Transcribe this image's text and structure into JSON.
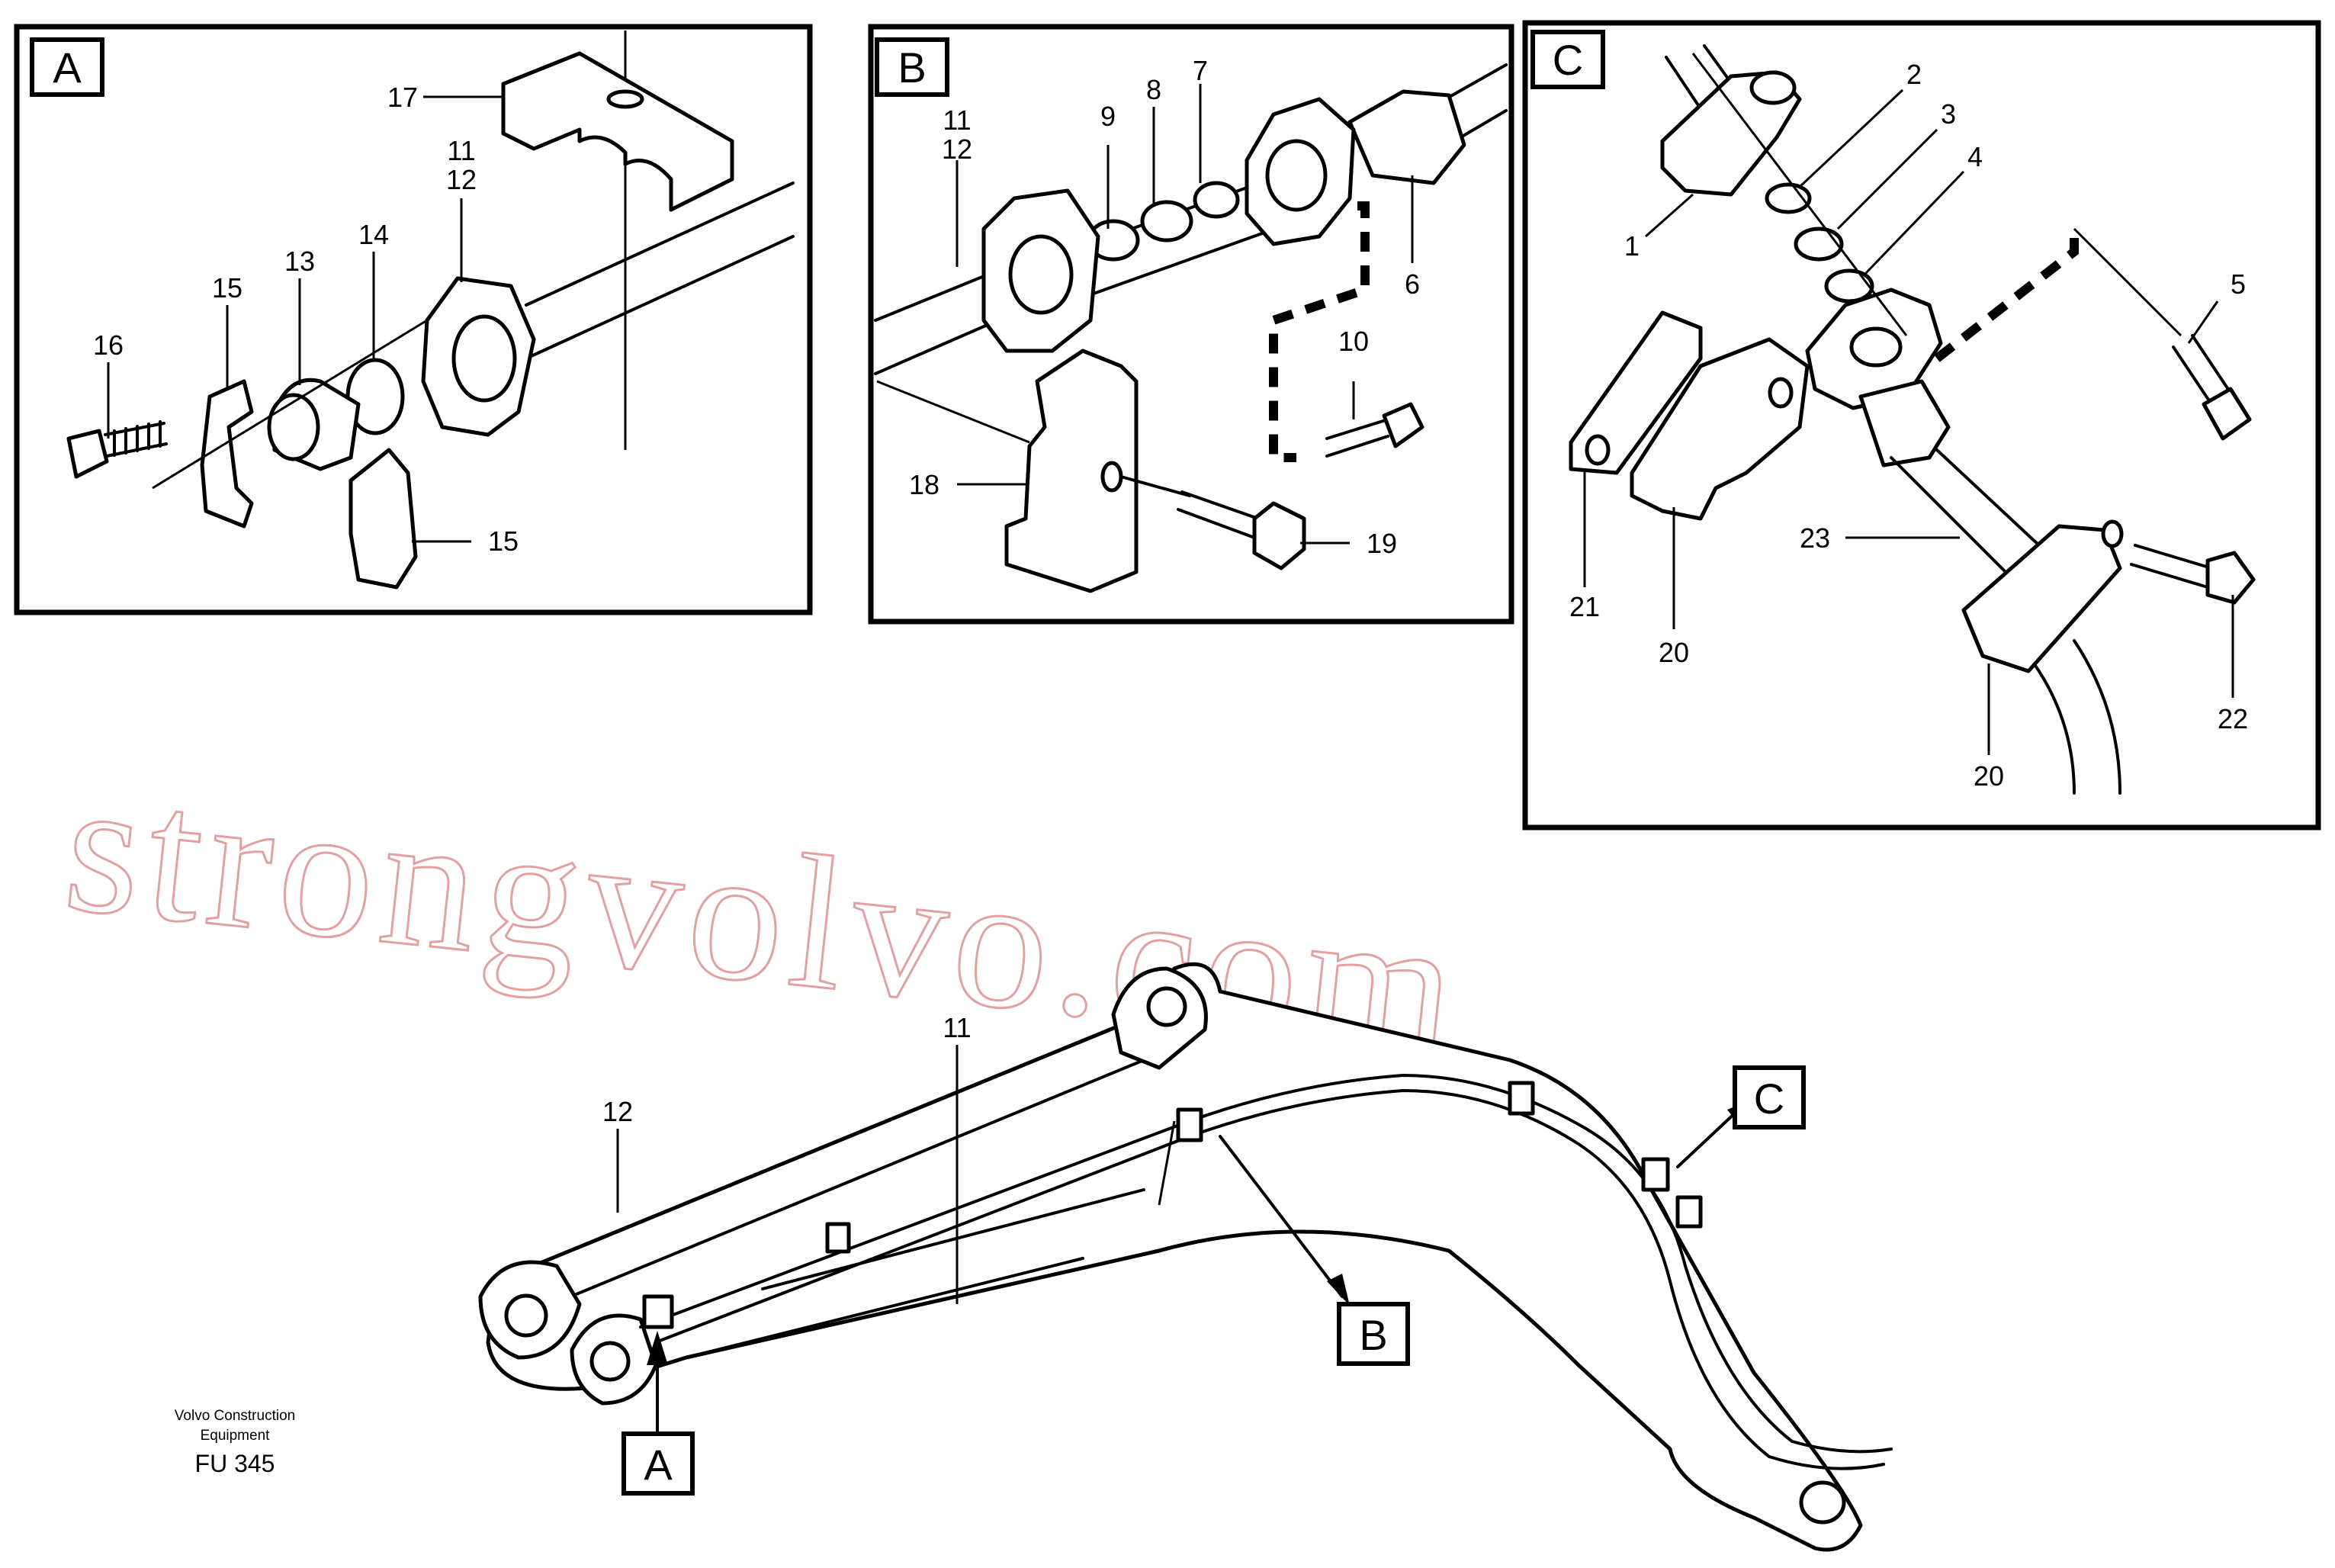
{
  "watermark": "strongvolvo.com",
  "caption": {
    "company_line1": "Volvo Construction",
    "company_line2": "Equipment",
    "figure_code": "FU 345"
  },
  "details": {
    "A": {
      "tag": "A",
      "labels": {
        "p17": "17",
        "p11": "11",
        "p12": "12",
        "p13": "13",
        "p14": "14",
        "p15a": "15",
        "p15b": "15",
        "p16": "16"
      }
    },
    "B": {
      "tag": "B",
      "labels": {
        "p11": "11",
        "p12": "12",
        "p9": "9",
        "p8": "8",
        "p7": "7",
        "p6": "6",
        "p10": "10",
        "p18": "18",
        "p19": "19"
      }
    },
    "C": {
      "tag": "C",
      "labels": {
        "p1": "1",
        "p2": "2",
        "p3": "3",
        "p4": "4",
        "p5": "5",
        "p21": "21",
        "p20a": "20",
        "p23": "23",
        "p22": "22",
        "p20b": "20"
      }
    }
  },
  "overview": {
    "labels": {
      "p11": "11",
      "p12": "12"
    },
    "callouts": {
      "A": "A",
      "B": "B",
      "C": "C"
    }
  }
}
